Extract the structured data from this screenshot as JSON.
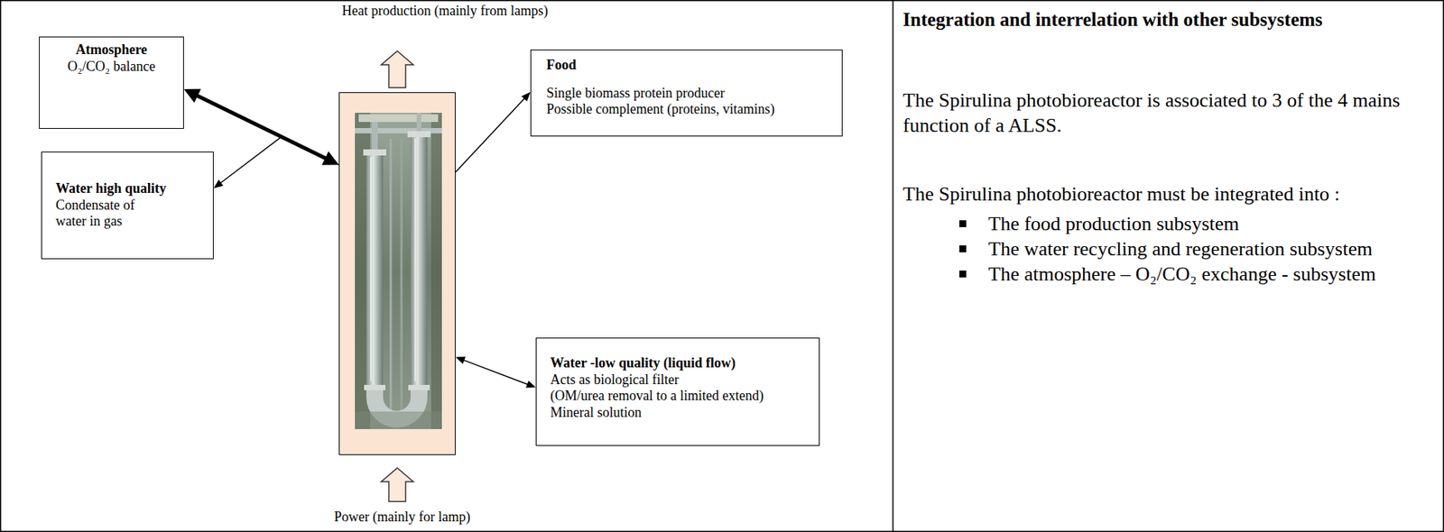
{
  "diagram": {
    "nodes": [
      {
        "text": [
          "Heat production (mainly from lamps)"
        ]
      },
      {
        "text": [
          "Atmosphere",
          "O₂/CO₂ balance"
        ]
      },
      {
        "text": [
          "Food",
          "Single biomass protein producer",
          "Possible complement (proteins, vitamins)"
        ]
      },
      {
        "text": [
          "Water high quality",
          "Condensate of water in gas"
        ]
      },
      {
        "text": []
      },
      {
        "text": [
          "Water -low quality (liquid flow)",
          "Acts as biological filter",
          "(OM/urea removal to a limited extend)",
          "Mineral solution"
        ]
      },
      {
        "text": [
          "Power (mainly for lamp)"
        ]
      }
    ],
    "edges": [
      {
        "from": 4,
        "to": 0,
        "arrow": "to"
      },
      {
        "from": 1,
        "to": 4,
        "arrow": "both"
      },
      {
        "from": 4,
        "to": 3,
        "arrow": "to"
      },
      {
        "from": 4,
        "to": 2,
        "arrow": "to"
      },
      {
        "from": 4,
        "to": 5,
        "arrow": "both"
      },
      {
        "from": 6,
        "to": 4,
        "arrow": "to"
      }
    ],
    "labels": [
      "Integration and interrelation with other subsystems",
      "The Spirulina photobioreactor is associated to 3 of the 4 mains function of a ALSS.",
      "The Spirulina photobioreactor must be integrated into :",
      "The food production subsystem",
      "The water recycling and regeneration subsystem",
      "The atmosphere – O₂/CO₂ exchange - subsystem"
    ]
  }
}
